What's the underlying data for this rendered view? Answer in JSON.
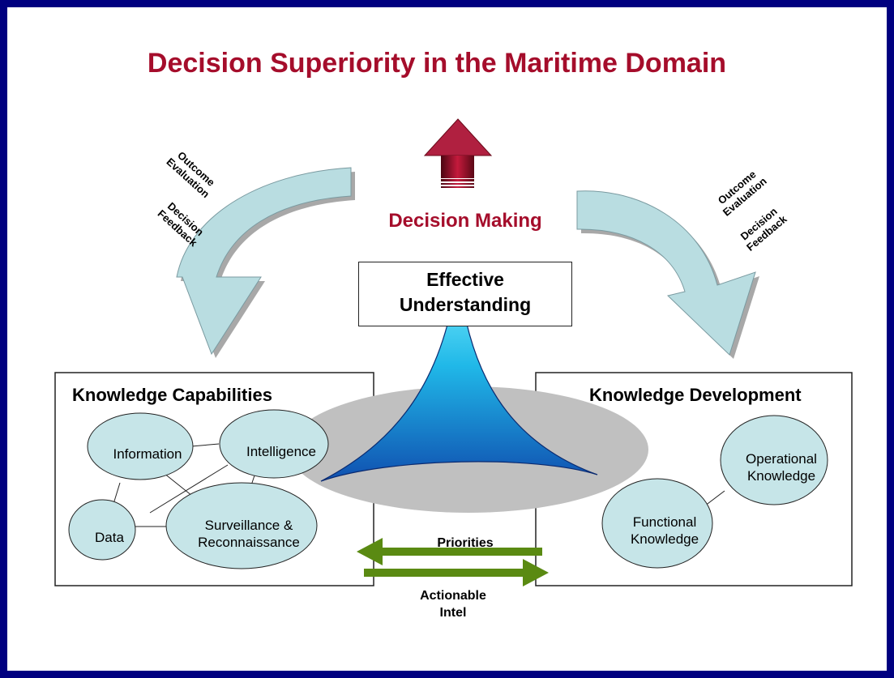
{
  "title": "Decision Superiority in the Maritime Domain",
  "decision_making": "Decision Making",
  "effective_understanding": "Effective Understanding",
  "feedback_left": [
    "Outcome",
    "Evaluation",
    "Decision",
    "Feedback"
  ],
  "feedback_right": [
    "Outcome",
    "Evaluation",
    "Decision",
    "Feedback"
  ],
  "knowledge_capabilities": {
    "title": "Knowledge Capabilities",
    "nodes": {
      "information": "Information",
      "intelligence": "Intelligence",
      "data": "Data",
      "surveillance": "Surveillance & Reconnaissance"
    }
  },
  "knowledge_development": {
    "title": "Knowledge Development",
    "nodes": {
      "operational": "Operational Knowledge",
      "functional": "Functional Knowledge"
    }
  },
  "flows": {
    "priorities": "Priorities",
    "actionable_intel": "Actionable Intel"
  },
  "colors": {
    "border": "#000080",
    "title": "#a50d2b",
    "node_fill": "#c6e5e8",
    "curved_arrow": "#b9dde1",
    "flow_arrow": "#5a8a12",
    "ellipse": "#c0c0c0"
  }
}
